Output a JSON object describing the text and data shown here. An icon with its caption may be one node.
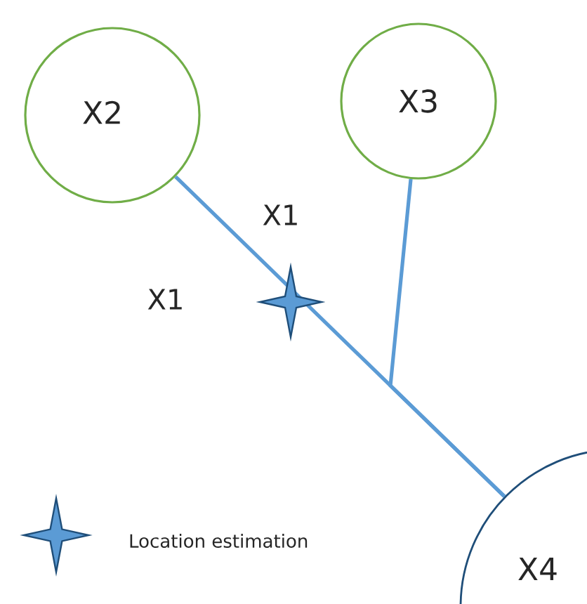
{
  "diagram": {
    "nodes": [
      {
        "text": [
          "X2"
        ]
      },
      {
        "text": [
          "X3"
        ]
      },
      {
        "text": [
          "X4"
        ]
      }
    ],
    "edges": [
      {
        "from": 0,
        "to": 2,
        "arrow": "none"
      },
      {
        "from": 1,
        "to": 2,
        "arrow": "none"
      }
    ],
    "labels": [
      "X1",
      "X1"
    ],
    "legend": [
      {
        "text": "Location estimation"
      }
    ]
  }
}
